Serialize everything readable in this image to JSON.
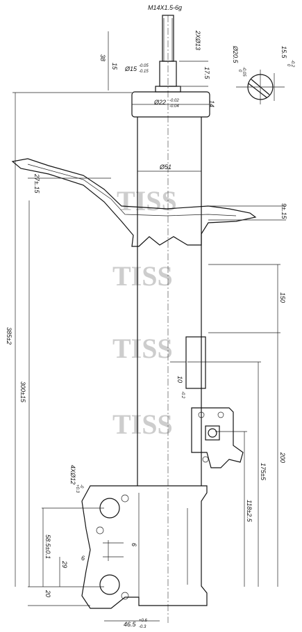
{
  "watermark": "TISS",
  "thread_spec": "M14X1.5-6g",
  "dimensions": {
    "flat_2x13": "2XØ13",
    "length_38": "38",
    "length_15": "15",
    "dia_15": "Ø15",
    "dia_15_tol_upper": "-0.05",
    "dia_15_tol_lower": "-0.15",
    "len_17_5": "17.5",
    "dia_22": "Ø22",
    "dia_22_tol_upper": "-0.02",
    "dia_22_tol_lower": "-0.04",
    "len_14": "14",
    "detail_dia": "Ø20.5",
    "detail_dia_tol_upper": "0",
    "detail_dia_tol_lower": "-0.05",
    "detail_width": "15.5",
    "detail_width_tol_upper": "0",
    "detail_width_tol_lower": "-0.2",
    "dia_51": "Ø51",
    "angle_27": "27±.15",
    "angle_9": "9±.15",
    "len_385": "385±2",
    "len_300": "300±15",
    "len_150": "150",
    "len_10": "10",
    "len_10_tol": "-0.2",
    "len_200": "200",
    "len_175": "175±5",
    "len_118": "118±2.5",
    "holes": "4XØ12",
    "holes_tol_upper": "+0.3",
    "holes_tol_lower": "-0",
    "len_58_5": "58.5±0.1",
    "len_6a": "6",
    "len_6b": "6",
    "len_29": "29",
    "len_20": "20",
    "len_46_5": "46.5",
    "len_46_5_tol_upper": "+0.6",
    "len_46_5_tol_lower": "-0.3"
  }
}
